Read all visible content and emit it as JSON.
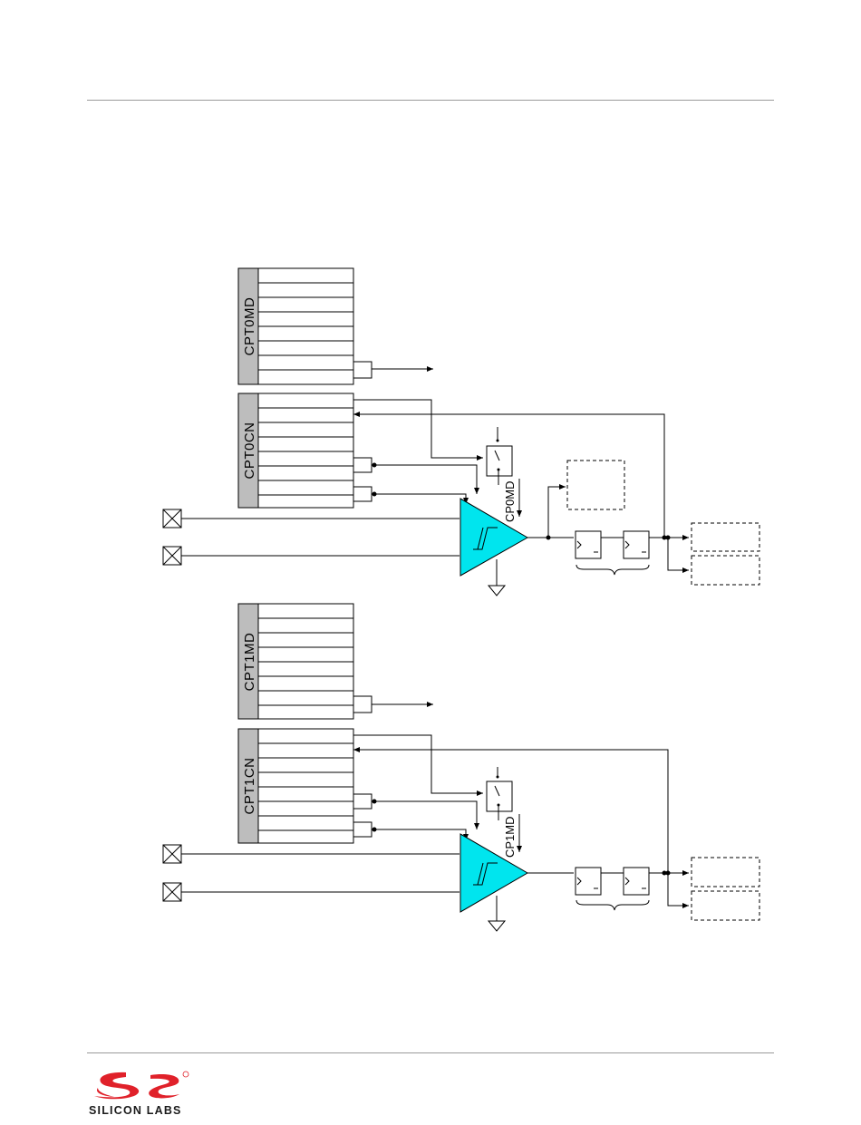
{
  "diagram": {
    "comparator0": {
      "mode_register": "CPT0MD",
      "control_register": "CPT0CN",
      "mode_switch_label": "CP0MD"
    },
    "comparator1": {
      "mode_register": "CPT1MD",
      "control_register": "CPT1CN",
      "mode_switch_label": "CP1MD"
    },
    "colors": {
      "comparator_fill": "#00e5ee",
      "register_label_fill": "#bdbdbd",
      "line": "#000000",
      "rule": "#9a9a9a",
      "logo_red": "#e0212a"
    }
  },
  "footer": {
    "logo_text": "SILICON LABS"
  }
}
